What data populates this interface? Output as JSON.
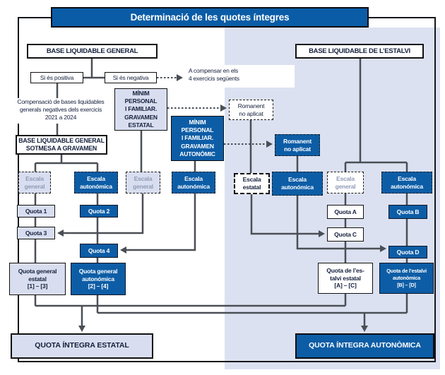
{
  "title": "Determinació de les quotes íntegres",
  "left": {
    "base_liquidable_general": "BASE LIQUIDABLE GENERAL",
    "si_es_positiva": "Si és positiva",
    "si_es_negativa": "Si és negativa",
    "a_compensar": "A compensar en els\n4 exercicis següents",
    "compensacio": "Compensació de bases liquidables\ngenerals negatives dels exercicis\n2021 a 2024",
    "minim_estatal": "MÍNIM\nPERSONAL\nI FAMILIAR.\nGRAVAMEN\nESTATAL",
    "minim_autonomic": "MÍNIM\nPERSONAL\nI FAMILIAR.\nGRAVAMEN\nAUTONÒMIC",
    "blg_sotmesa": "BASE LIQUIDABLE GENERAL\nSOTMESA A GRAVAMEN",
    "escala_general": "Escala\ngeneral",
    "escala_autonomica": "Escala\nautonómica",
    "quota_1": "Quota 1",
    "quota_2": "Quota 2",
    "quota_3": "Quota 3",
    "quota_4": "Quota 4",
    "quota_general_estatal": "Quota general\nestatal\n[1] – [3]",
    "quota_general_autonomica": "Quota general\nautonómica\n[2] – [4]",
    "quota_integra_estatal": "QUOTA ÍNTEGRA ESTATAL"
  },
  "right": {
    "base_liquidable_estalvi": "BASE LIQUIDABLE DE L’ESTALVI",
    "romanent_no_aplicat": "Romanent\nno aplicat",
    "escala_estatal": "Escala\nestatal",
    "escala_autonomica": "Escala\nautonómica",
    "escala_general": "Escala\ngeneral",
    "quota_a": "Quota A",
    "quota_b": "Quota B",
    "quota_c": "Quota C",
    "quota_d": "Quota D",
    "quota_estalvi_estatal": "Quota de l’es-\ntalvi estatal\n[A] – [C]",
    "quota_estalvi_autonomica": "Quota de l’estalvi\nautonòmica\n[B] – [D]",
    "quota_integra_autonomica": "QUOTA ÍNTEGRA AUTONÒMICA"
  },
  "colors": {
    "accent_blue": "#0d5da6",
    "light_box": "#d8def0",
    "panel_lavender": "#dce1f1",
    "connector_gray": "#4a4f55",
    "text_navy": "#15203c",
    "muted_text": "#8e9bb5"
  }
}
